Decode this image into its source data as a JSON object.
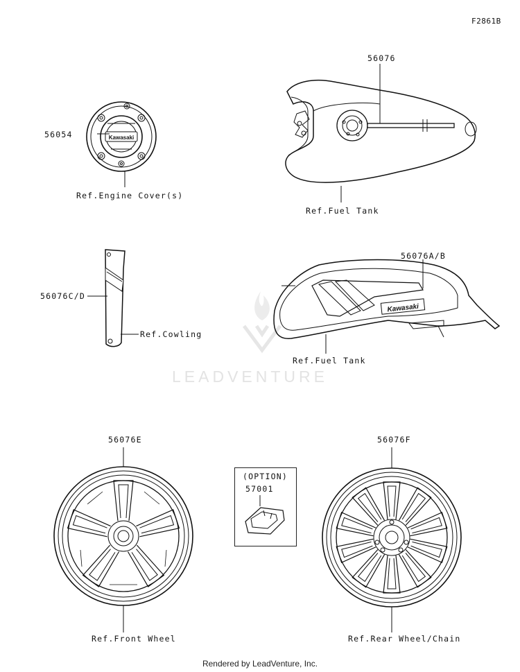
{
  "diagram_code": "F2861B",
  "watermark": "LEADVENTURE",
  "footer": "Rendered by LeadVenture, Inc.",
  "parts": {
    "engine_cover": {
      "part_no": "56054",
      "ref": "Ref.Engine Cover(s)"
    },
    "tank_top": {
      "part_no": "56076",
      "ref": "Ref.Fuel Tank"
    },
    "cowling": {
      "part_no": "56076C/D",
      "ref": "Ref.Cowling"
    },
    "tank_side": {
      "part_no": "56076A/B",
      "ref": "Ref.Fuel Tank",
      "brand_text": "Kawasaki"
    },
    "front_wheel": {
      "part_no": "56076E",
      "ref": "Ref.Front Wheel"
    },
    "option": {
      "heading": "(OPTION)",
      "part_no": "57001"
    },
    "rear_wheel": {
      "part_no": "56076F",
      "ref": "Ref.Rear Wheel/Chain"
    }
  }
}
